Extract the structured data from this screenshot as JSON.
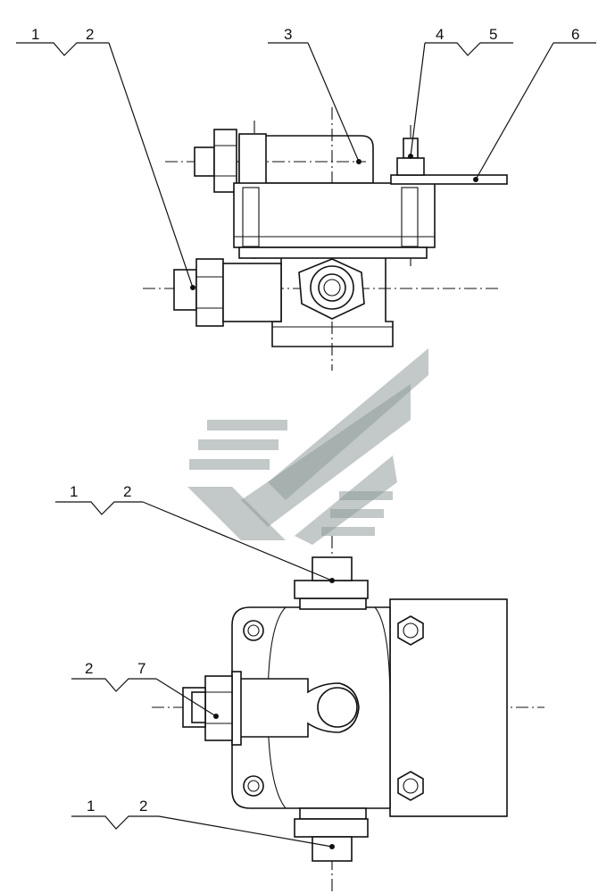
{
  "diagram": {
    "callouts": {
      "top": [
        "1",
        "2",
        "3",
        "4",
        "5",
        "6"
      ],
      "bottom_upper": [
        "1",
        "2"
      ],
      "bottom_left": [
        "2",
        "7"
      ],
      "bottom_lower": [
        "1",
        "2"
      ]
    }
  },
  "colors": {
    "line": "#111111",
    "background": "#ffffff",
    "watermark": "#8f9d9a"
  }
}
